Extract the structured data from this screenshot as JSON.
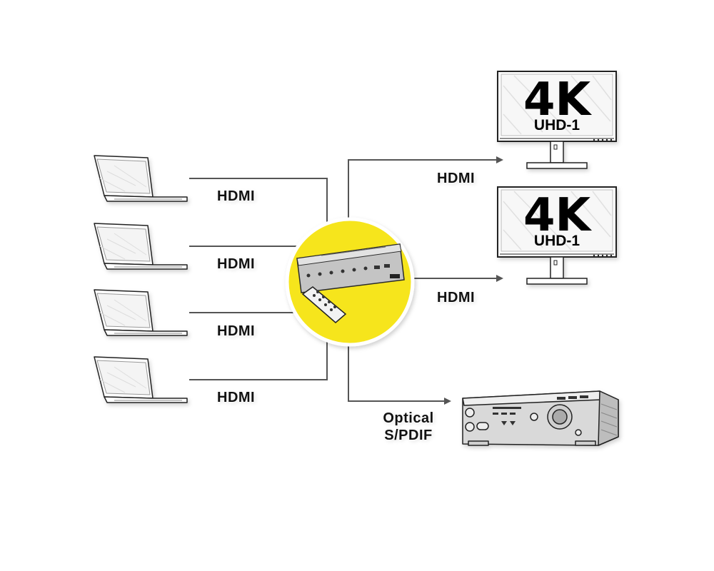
{
  "labels": {
    "input_1": "HDMI",
    "input_2": "HDMI",
    "input_3": "HDMI",
    "input_4": "HDMI",
    "output_1": "HDMI",
    "output_2": "HDMI",
    "audio_line1": "Optical",
    "audio_line2": "S/PDIF"
  },
  "monitors": [
    {
      "resolution": "4K",
      "standard": "UHD-1"
    },
    {
      "resolution": "4K",
      "standard": "UHD-1"
    }
  ],
  "colors": {
    "highlight": "#f6e51c",
    "wire": "#555555",
    "device": "#bdbdbd"
  },
  "icons": [
    "laptop-icon",
    "hdmi-switch-icon",
    "remote-control-icon",
    "monitor-icon",
    "av-receiver-icon"
  ]
}
